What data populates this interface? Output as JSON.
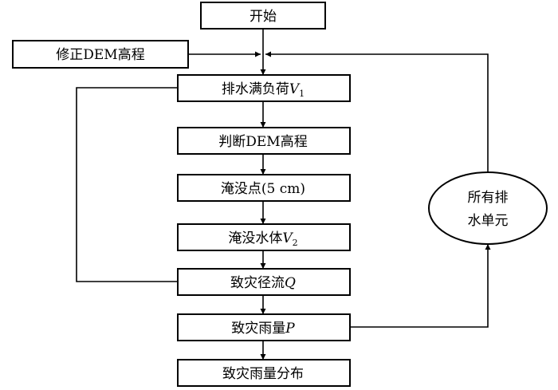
{
  "nodes": {
    "start": "开始",
    "correct_dem": "修正DEM高程",
    "drainage_load": {
      "text": "排水满负荷",
      "var": "V",
      "sub": "1"
    },
    "judge_dem": "判断DEM高程",
    "flood_point": "淹没点(5 cm)",
    "flood_volume": {
      "text": "淹没水体",
      "var": "V",
      "sub": "2"
    },
    "runoff": {
      "text": "致灾径流",
      "var": "Q"
    },
    "rainfall": {
      "text": "致灾雨量",
      "var": "P"
    },
    "distribution": "致灾雨量分布",
    "all_units": {
      "line1": "所有排",
      "line2": "水单元"
    }
  }
}
